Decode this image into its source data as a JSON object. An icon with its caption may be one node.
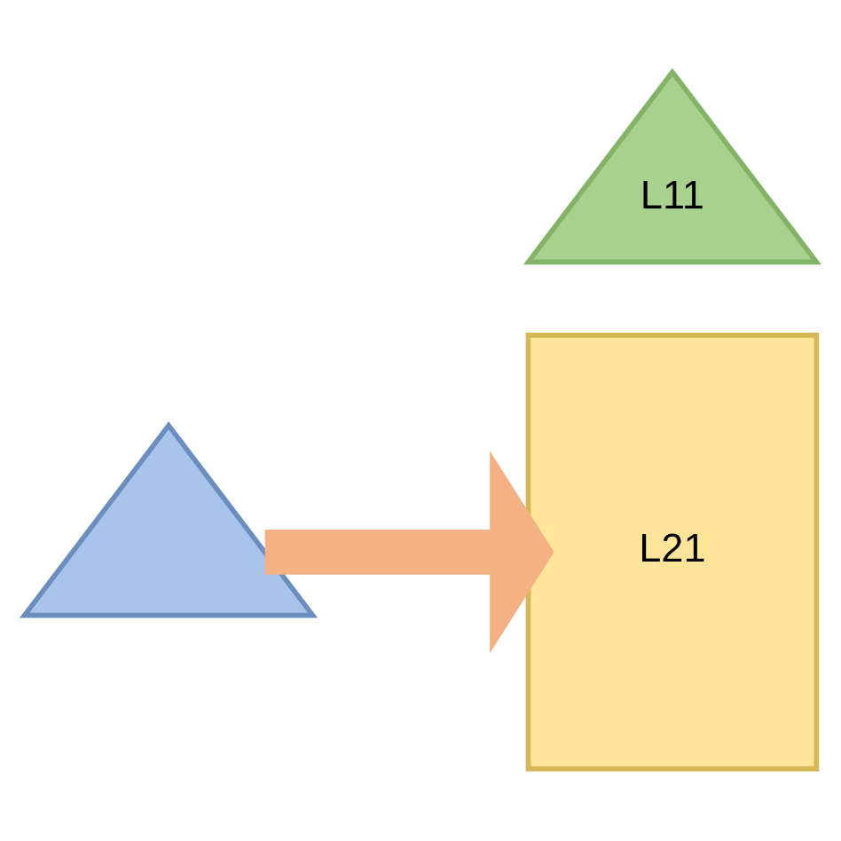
{
  "diagram": {
    "nodes": [
      {
        "text": [],
        "shape": "triangle"
      },
      {
        "text": [
          "L11"
        ]
      },
      {
        "text": [
          "L21"
        ]
      }
    ],
    "edges": [
      {
        "from": 0,
        "to": 2,
        "arrow": "to",
        "color": "#f4b183"
      }
    ]
  }
}
